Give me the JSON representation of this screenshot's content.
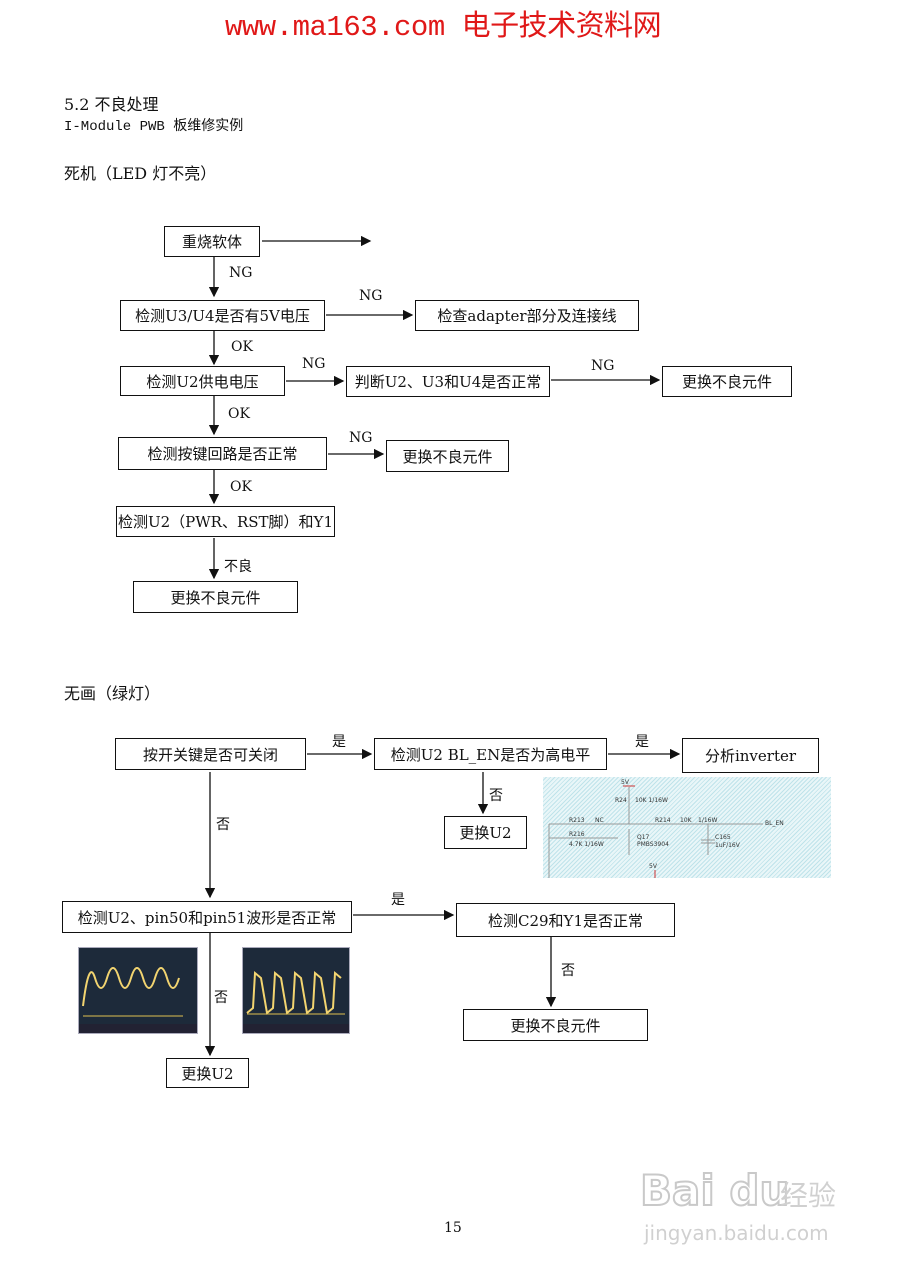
{
  "header": {
    "site": "www.ma163.com 电子技术资料网",
    "color": "#e01818"
  },
  "section_title": "5.2 不良处理",
  "subtitle": "I-Module PWB 板维修实例",
  "flow1": {
    "title": "死机（LED 灯不亮）",
    "boxes": [
      "重烧软体",
      "检测U3/U4是否有5V电压",
      "检查adapter部分及连接线",
      "检测U2供电电压",
      "判断U2、U3和U4是否正常",
      "更换不良元件",
      "检测按键回路是否正常",
      "更换不良元件",
      "检测U2（PWR、RST脚）和Y1",
      "更换不良元件"
    ],
    "labels": [
      "NG",
      "NG",
      "OK",
      "NG",
      "NG",
      "OK",
      "NG",
      "OK",
      "不良"
    ]
  },
  "flow2": {
    "title": "无画（绿灯）",
    "boxes": [
      "按开关键是否可关闭",
      "检测U2  BL_EN是否为高电平",
      "分析inverter",
      "更换U2",
      "检测U2、pin50和pin51波形是否正常",
      "检测C29和Y1是否正常",
      "更换不良元件",
      "更换U2"
    ],
    "labels": [
      "是",
      "是",
      "否",
      "否",
      "是",
      "否",
      "否"
    ],
    "schematic": [
      "5V",
      "R24",
      "10K 1/16W",
      "R213",
      "NC",
      "R214",
      "10K",
      "1/16W",
      "R216",
      "4.7K 1/16W",
      "Q17",
      "PMBS3904",
      "C165",
      "1uF/16V",
      "BL_EN",
      "5V"
    ]
  },
  "page_number": "15",
  "watermark": "Baidu经验 jingyan.baidu.com"
}
